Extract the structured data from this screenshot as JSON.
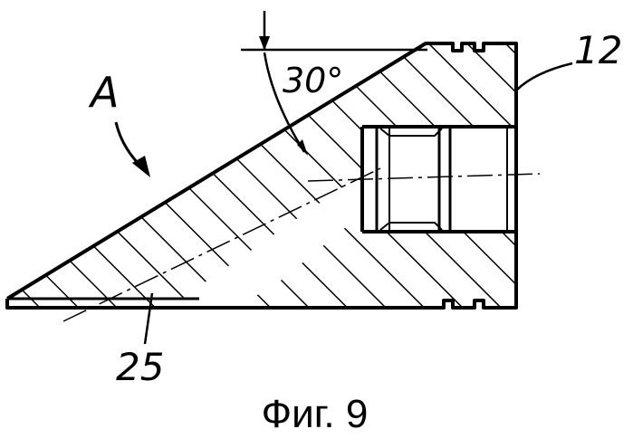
{
  "figure": {
    "caption": "Фиг. 9",
    "view_label": "A",
    "angle_label": "30°",
    "part_labels": {
      "body": "12",
      "channel": "25"
    }
  },
  "colors": {
    "ink": "#000000",
    "paper": "#ffffff"
  }
}
